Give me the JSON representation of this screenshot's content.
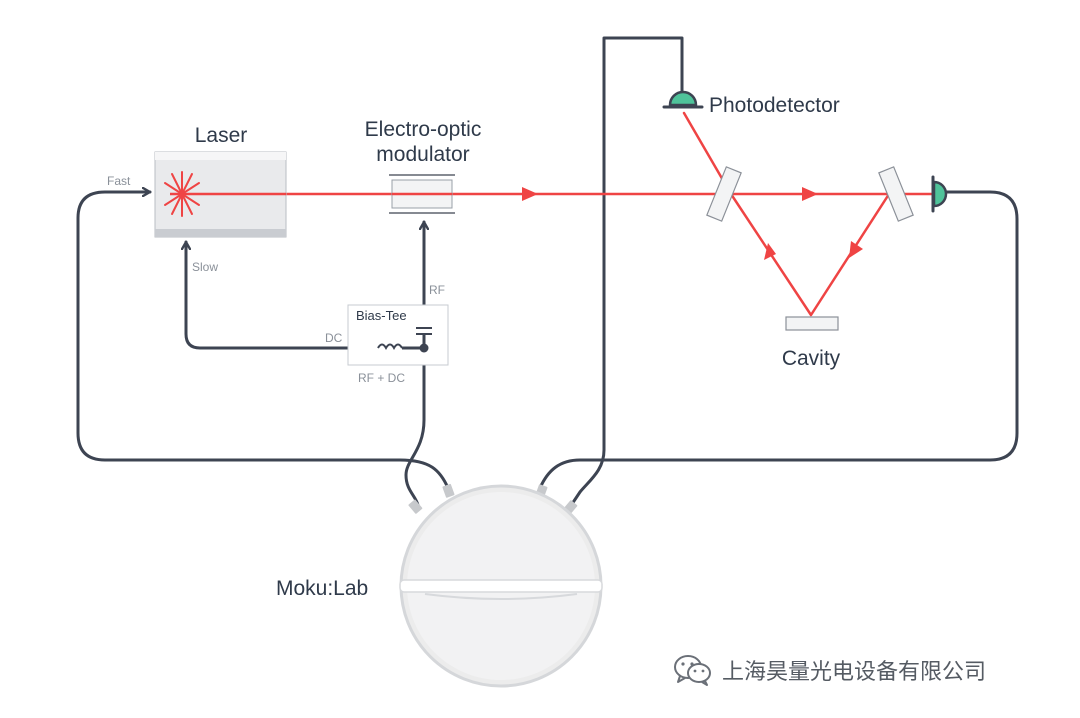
{
  "diagram": {
    "labels": {
      "laser": "Laser",
      "eom_line1": "Electro-optic",
      "eom_line2": "modulator",
      "photodetector": "Photodetector",
      "cavity": "Cavity",
      "mokulab": "Moku:Lab",
      "fast": "Fast",
      "slow": "Slow",
      "bias_tee": "Bias-Tee",
      "rf": "RF",
      "dc": "DC",
      "rf_dc": "RF + DC"
    },
    "colors": {
      "beam": "#ef4444",
      "wire": "#3d4452",
      "detector": "#4fc39a",
      "device_fill": "#e9eaec",
      "moku_fill": "#ececec"
    },
    "icons": [
      "wechat-icon"
    ]
  },
  "watermark": {
    "text": "上海昊量光电设备有限公司"
  }
}
